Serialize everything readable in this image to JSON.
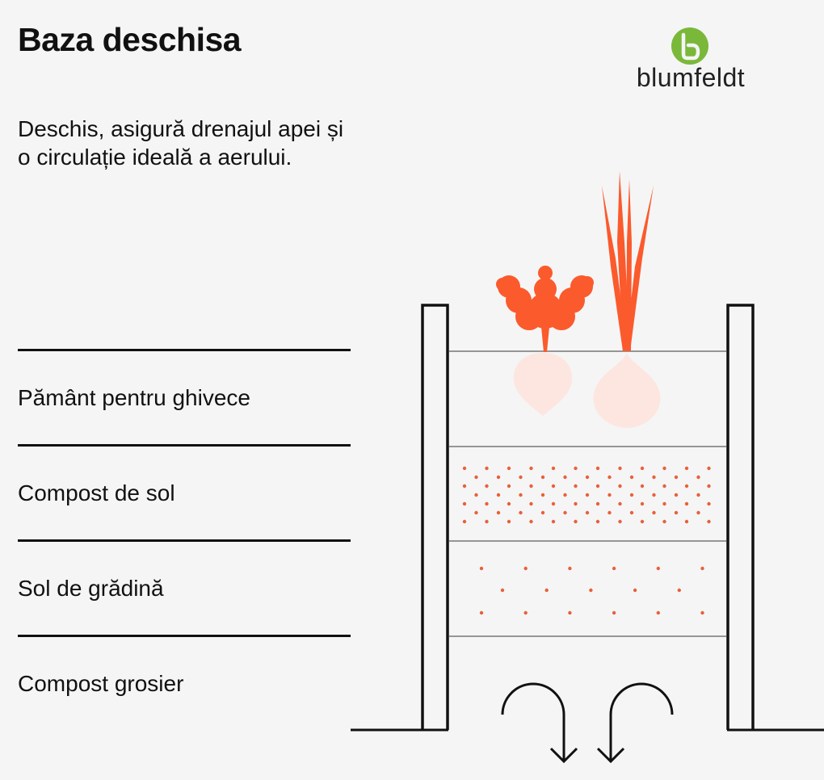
{
  "header": {
    "title": "Baza deschisa",
    "description": "Deschis, asigură drenajul apei și o circulație ideală a aerului."
  },
  "brand": {
    "name": "blumfeldt",
    "logo_icon": "b-leaf-circle-icon",
    "logo_color": "#7ab83a"
  },
  "layers": [
    {
      "label": "Pământ pentru ghivece"
    },
    {
      "label": "Compost de sol"
    },
    {
      "label": "Sol de grădină"
    },
    {
      "label": "Compost grosier"
    }
  ],
  "illustration": {
    "plants": [
      "beetroot-icon",
      "onion-icon"
    ],
    "arrows": [
      "drainage-arrow-down-icon",
      "drainage-arrow-down-icon"
    ],
    "accent_color": "#fb5a2d",
    "root_fill_color": "#fde6df",
    "dot_color": "#e8603a"
  }
}
